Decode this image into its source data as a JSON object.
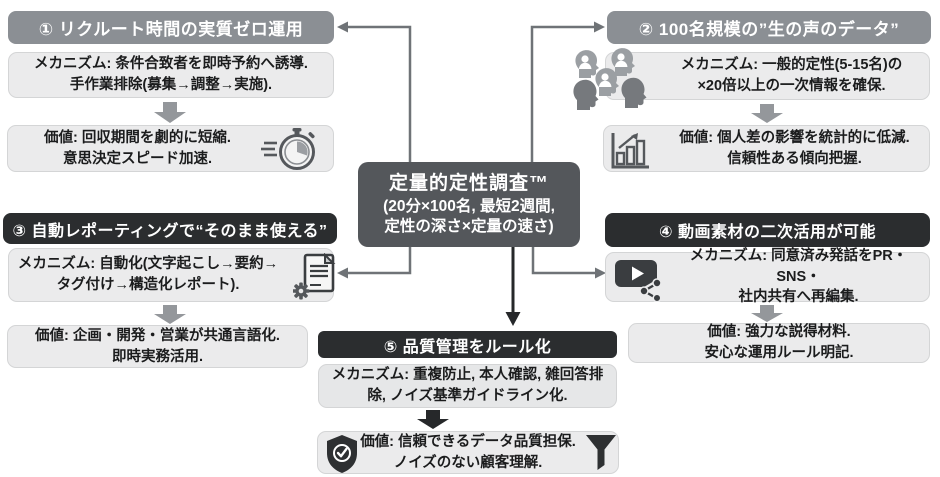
{
  "center": {
    "line1": "定量的定性調査™",
    "line2": "(20分×100名, 最短2週間,",
    "line3": "定性の深さ×定量の速さ)"
  },
  "sections": {
    "s1": {
      "title": "① リクルート時間の実質ゼロ運用",
      "mech1": "メカニズム: 条件合致者を即時予約へ誘導.",
      "mech2": "手作業排除(募集→調整→実施).",
      "value1": "価値: 回収期間を劇的に短縮.",
      "value2": "意思決定スピード加速.",
      "value_icon": "speed-stopwatch-icon"
    },
    "s2": {
      "title": "② 100名規模の”生の声のデータ”",
      "mech1": "メカニズム: 一般的定性(5-15名)の",
      "mech2": "×20倍以上の一次情報を確保.",
      "mech_icon": "focus-group-icon",
      "value1": "価値: 個人差の影響を統計的に低減.",
      "value2": "信頼性ある傾向把握.",
      "value_icon": "bar-chart-icon"
    },
    "s3": {
      "title": "③ 自動レポーティングで“そのまま使える”",
      "mech1": "メカニズム: 自動化(文字起こし→要約→",
      "mech2": "タグ付け→構造化レポート).",
      "mech_icon": "report-gear-icon",
      "value1": "価値: 企画・開発・営業が共通言語化.",
      "value2": "即時実務活用."
    },
    "s4": {
      "title": "④ 動画素材の二次活用が可能",
      "mech1": "メカニズム: 同意済み発話をPR・SNS・",
      "mech2": "社内共有へ再編集.",
      "mech_icon": "video-share-icon",
      "value1": "価値: 強力な説得材料.",
      "value2": "安心な運用ルール明記."
    },
    "s5": {
      "title": "⑤ 品質管理をルール化",
      "mech1": "メカニズム: 重複防止, 本人確認, 雑回答排",
      "mech2": "除, ノイズ基準ガイドライン化.",
      "value1": "価値: 信頼できるデータ品質担保.",
      "value2": "ノイズのない顧客理解.",
      "value_icon_left": "shield-check-icon",
      "value_icon_right": "funnel-icon"
    }
  },
  "colors": {
    "title_gray": "#8b8f94",
    "title_dark": "#2b2d2f",
    "center_box": "#54575b",
    "panel": "#ebebec",
    "connector": "#6f7377"
  }
}
